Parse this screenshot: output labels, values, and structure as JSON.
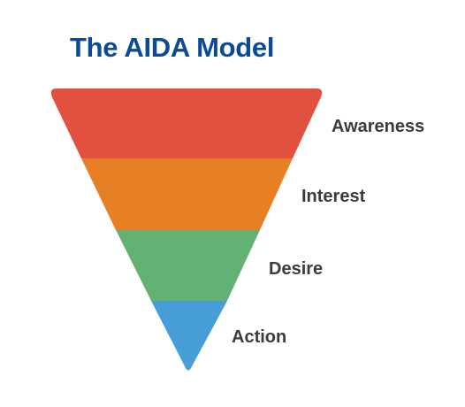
{
  "title": "The AIDA Model",
  "colors": {
    "title": "#0d4a94",
    "label": "#3b3b3b",
    "awareness": "#e2513f",
    "interest": "#e77f24",
    "desire": "#63b274",
    "action": "#479dd6"
  },
  "stages": [
    {
      "label": "Awareness",
      "color": "#e2513f"
    },
    {
      "label": "Interest",
      "color": "#e77f24"
    },
    {
      "label": "Desire",
      "color": "#63b274"
    },
    {
      "label": "Action",
      "color": "#479dd6"
    }
  ]
}
